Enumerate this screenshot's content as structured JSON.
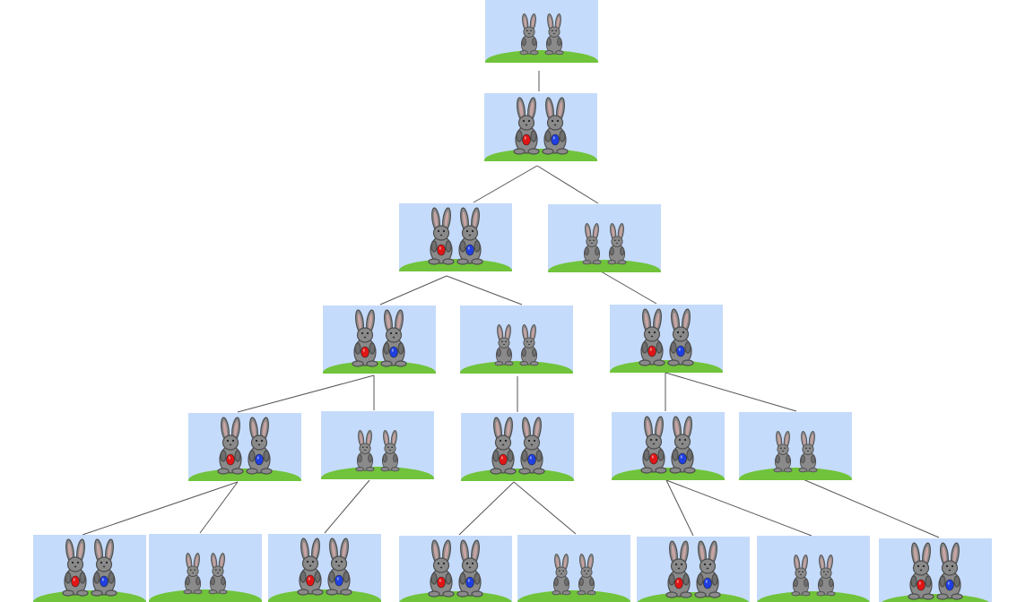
{
  "colors": {
    "sky": "#c5dbfb",
    "grass": "#70c33a",
    "grass_edge": "#5aa52b",
    "bunny_fur": "#8a8a8a",
    "bunny_fur_dark": "#6e6e6e",
    "bunny_outline": "#4d4d4d",
    "ear_inner": "#c9a3a3",
    "edge": "#555555",
    "egg_red": "#e01515",
    "egg_blue": "#1f3fe0"
  },
  "diagram": {
    "type": "family-tree",
    "nodes": [
      {
        "id": "n0",
        "bunny_size": "small",
        "eggs": false
      },
      {
        "id": "n1",
        "bunny_size": "large",
        "eggs": true
      },
      {
        "id": "n2",
        "bunny_size": "large",
        "eggs": true
      },
      {
        "id": "n3",
        "bunny_size": "small",
        "eggs": false
      },
      {
        "id": "n4",
        "bunny_size": "large",
        "eggs": true
      },
      {
        "id": "n5",
        "bunny_size": "small",
        "eggs": false
      },
      {
        "id": "n6",
        "bunny_size": "large",
        "eggs": true
      },
      {
        "id": "n7",
        "bunny_size": "large",
        "eggs": true
      },
      {
        "id": "n8",
        "bunny_size": "small",
        "eggs": false
      },
      {
        "id": "n9",
        "bunny_size": "large",
        "eggs": true
      },
      {
        "id": "n10",
        "bunny_size": "large",
        "eggs": true
      },
      {
        "id": "n11",
        "bunny_size": "small",
        "eggs": false
      },
      {
        "id": "n12",
        "bunny_size": "large",
        "eggs": true
      },
      {
        "id": "n13",
        "bunny_size": "small",
        "eggs": false
      },
      {
        "id": "n14",
        "bunny_size": "large",
        "eggs": true
      },
      {
        "id": "n15",
        "bunny_size": "large",
        "eggs": true
      },
      {
        "id": "n16",
        "bunny_size": "small",
        "eggs": false
      },
      {
        "id": "n17",
        "bunny_size": "large",
        "eggs": true
      },
      {
        "id": "n18",
        "bunny_size": "small",
        "eggs": false
      },
      {
        "id": "n19",
        "bunny_size": "large",
        "eggs": true
      }
    ],
    "edges": [
      [
        "n0",
        "n1"
      ],
      [
        "n1",
        "n2"
      ],
      [
        "n1",
        "n3"
      ],
      [
        "n2",
        "n4"
      ],
      [
        "n2",
        "n5"
      ],
      [
        "n3",
        "n6"
      ],
      [
        "n4",
        "n7"
      ],
      [
        "n4",
        "n8"
      ],
      [
        "n5",
        "n9"
      ],
      [
        "n6",
        "n10"
      ],
      [
        "n6",
        "n11"
      ],
      [
        "n7",
        "n12"
      ],
      [
        "n7",
        "n13"
      ],
      [
        "n8",
        "n14"
      ],
      [
        "n9",
        "n15"
      ],
      [
        "n9",
        "n16"
      ],
      [
        "n10",
        "n17"
      ],
      [
        "n10",
        "n18"
      ],
      [
        "n11",
        "n19"
      ]
    ]
  }
}
